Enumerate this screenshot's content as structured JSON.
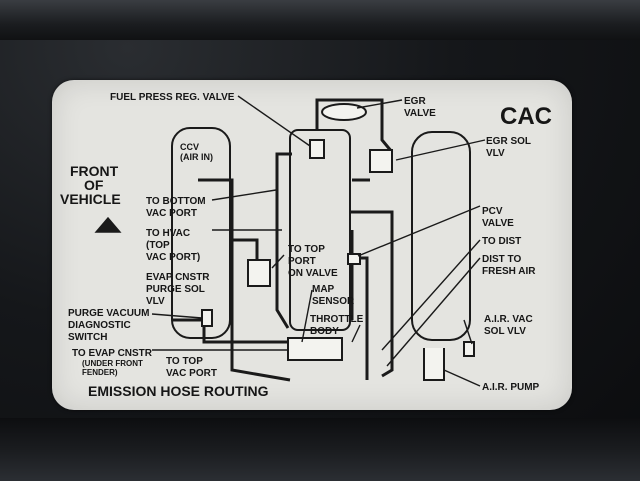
{
  "label": {
    "code": "CAC",
    "title": "EMISSION HOSE ROUTING",
    "front": [
      "FRONT",
      "OF",
      "VEHICLE"
    ],
    "callouts": {
      "fuel_press": "FUEL PRESS REG. VALVE",
      "egr": [
        "EGR",
        "VALVE"
      ],
      "egr_sol": [
        "EGR SOL",
        "VLV"
      ],
      "ccv": [
        "CCV",
        "(AIR IN)"
      ],
      "to_bottom": [
        "TO BOTTOM",
        "VAC PORT"
      ],
      "to_hvac": [
        "TO HVAC",
        "(TOP",
        "VAC PORT)"
      ],
      "evap": [
        "EVAP CNSTR",
        "PURGE SOL",
        "VLV"
      ],
      "to_top_on_valve": [
        "TO TOP",
        "PORT",
        "ON VALVE"
      ],
      "map": [
        "MAP",
        "SENSOR"
      ],
      "throttle": [
        "THROTTLE",
        "BODY"
      ],
      "pcv": [
        "PCV",
        "VALVE"
      ],
      "to_dist": "TO DIST",
      "dist_fresh": [
        "DIST TO",
        "FRESH AIR"
      ],
      "purge": [
        "PURGE VACUUM",
        "DIAGNOSTIC",
        "SWITCH"
      ],
      "to_evap": [
        "TO EVAP CNSTR",
        "(UNDER FRONT",
        "FENDER)"
      ],
      "to_top_vac": [
        "TO TOP",
        "VAC PORT"
      ],
      "air_vac": [
        "A.I.R. VAC",
        "SOL VLV"
      ],
      "air_pump": "A.I.R. PUMP"
    }
  }
}
